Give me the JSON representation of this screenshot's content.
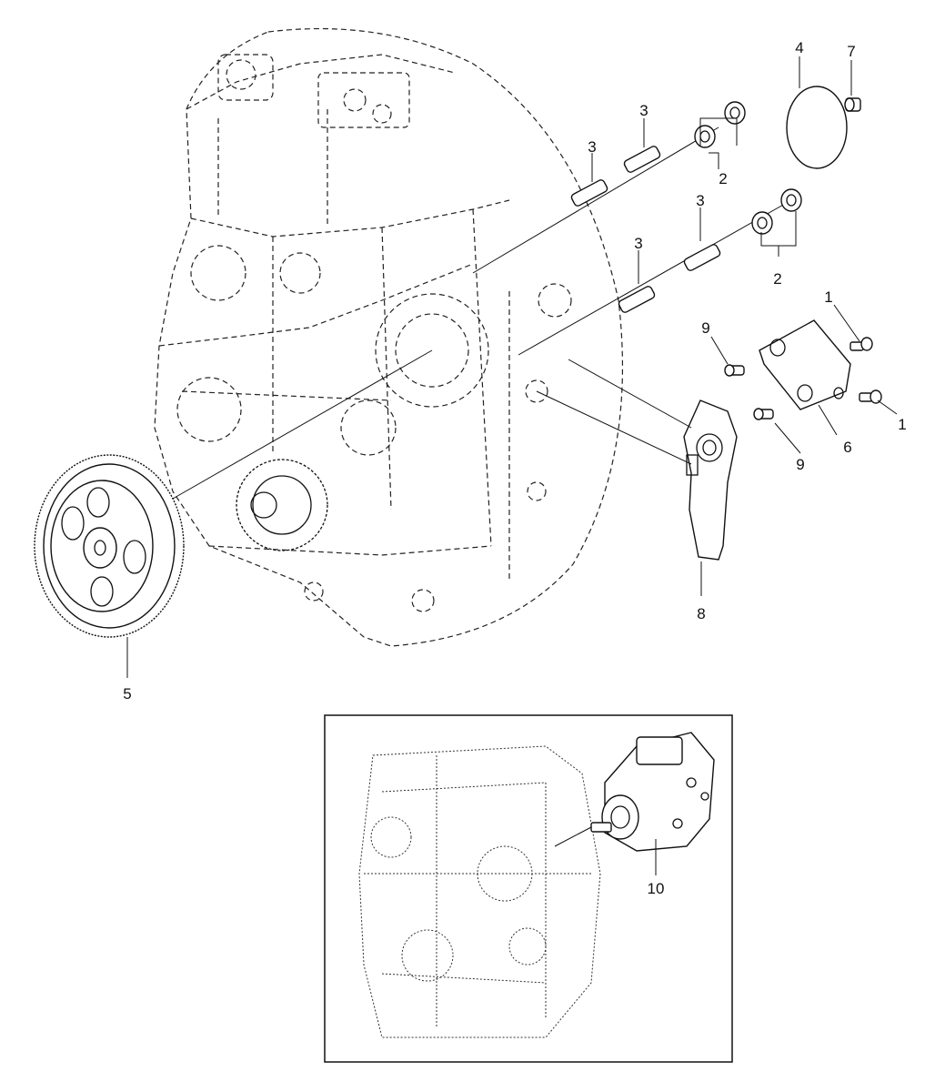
{
  "callouts": {
    "c1a": "1",
    "c1b": "1",
    "c2a": "2",
    "c2b": "2",
    "c3a": "3",
    "c3b": "3",
    "c3c": "3",
    "c3d": "3",
    "c4": "4",
    "c5": "5",
    "c6": "6",
    "c7": "7",
    "c8": "8",
    "c9a": "9",
    "c9b": "9",
    "c10": "10"
  }
}
